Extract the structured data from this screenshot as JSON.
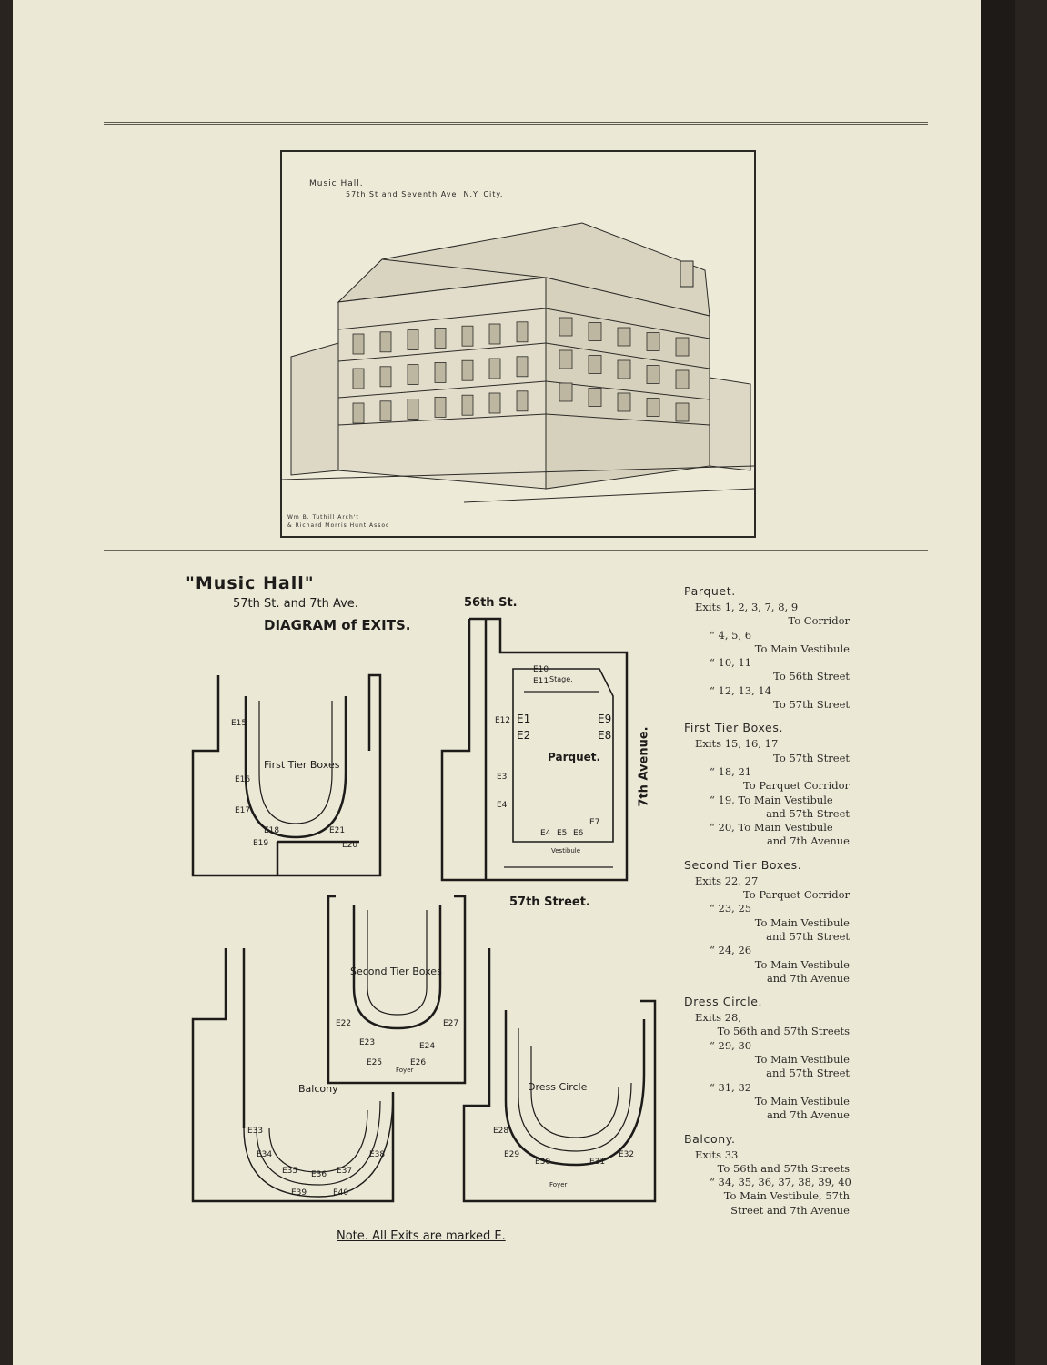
{
  "sketch": {
    "caption_title": "Music Hall.",
    "caption_address": "57th St and Seventh Ave. N.Y. City.",
    "caption_architect_1": "Wm B. Tuthill Arch't",
    "caption_architect_2": "& Richard Morris Hunt Assoc"
  },
  "diagram": {
    "title": "\"Music Hall\"",
    "subtitle": "57th St. and 7th Ave.",
    "heading": "DIAGRAM of EXITS.",
    "street_56": "56th St.",
    "street_57": "57th Street.",
    "avenue_7": "7th Avenue.",
    "note": "Note. All Exits are marked E.",
    "plans": {
      "first_tier": "First Tier Boxes",
      "parquet": "Parquet.",
      "stage": "Stage.",
      "vestibule": "Vestibule",
      "second_tier": "Second Tier Boxes",
      "balcony": "Balcony",
      "dress_circle": "Dress Circle",
      "foyer": "Foyer"
    },
    "exits": {
      "first_tier": [
        "E15",
        "E16",
        "E17",
        "E18",
        "E19",
        "E20",
        "E21"
      ],
      "parquet": [
        "E10",
        "E11",
        "E1",
        "E2",
        "E9",
        "E8",
        "E12",
        "E3",
        "E4",
        "E7",
        "E4",
        "E5",
        "E6"
      ],
      "second_tier": [
        "E22",
        "E23",
        "E24",
        "E25",
        "E26",
        "E27"
      ],
      "balcony": [
        "E33",
        "E34",
        "E35",
        "E36",
        "E37",
        "E38",
        "E39",
        "E40"
      ],
      "dress_circle": [
        "E28",
        "E29",
        "E30",
        "E31",
        "E32"
      ]
    }
  },
  "legend": {
    "parquet": {
      "heading": "Parquet.",
      "l1": "Exits 1, 2, 3, 7, 8, 9",
      "l2": "To Corridor",
      "l3": "“ 4, 5, 6",
      "l4": "To Main Vestibule",
      "l5": "“ 10, 11",
      "l6": "To 56th Street",
      "l7": "“ 12, 13, 14",
      "l8": "To 57th Street"
    },
    "first_tier": {
      "heading": "First Tier Boxes.",
      "l1": "Exits 15, 16, 17",
      "l2": "To 57th Street",
      "l3": "“ 18, 21",
      "l4": "To Parquet Corridor",
      "l5": "“ 19, To Main Vestibule",
      "l6": "and 57th Street",
      "l7": "“ 20, To Main Vestibule",
      "l8": "and 7th Avenue"
    },
    "second_tier": {
      "heading": "Second Tier Boxes.",
      "l1": "Exits 22, 27",
      "l2": "To Parquet Corridor",
      "l3": "“ 23, 25",
      "l4": "To Main Vestibule",
      "l5": "and 57th Street",
      "l6": "“ 24, 26",
      "l7": "To Main Vestibule",
      "l8": "and 7th Avenue"
    },
    "dress_circle": {
      "heading": "Dress Circle.",
      "l1": "Exits 28,",
      "l2": "To 56th and 57th Streets",
      "l3": "“ 29, 30",
      "l4": "To Main Vestibule",
      "l5": "and 57th Street",
      "l6": "“ 31, 32",
      "l7": "To Main Vestibule",
      "l8": "and 7th Avenue"
    },
    "balcony": {
      "heading": "Balcony.",
      "l1": "Exits 33",
      "l2": "To 56th and 57th Streets",
      "l3": "“ 34, 35, 36, 37, 38, 39, 40",
      "l4": "To Main Vestibule, 57th",
      "l5": "Street and 7th Avenue"
    }
  }
}
